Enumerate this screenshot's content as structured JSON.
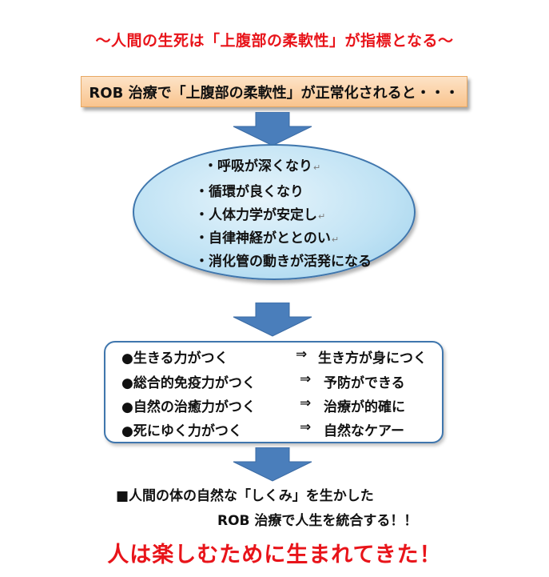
{
  "header": {
    "title": "〜人間の生死は「上腹部の柔軟性」が指標となる〜"
  },
  "top_box": {
    "text": "ROB 治療で「上腹部の柔軟性」が正常化されると・・・"
  },
  "ellipse": {
    "items": [
      "・呼吸が深くなり",
      "・循環が良くなり",
      "・人体力学が安定し",
      "・自律神経がととのい",
      "・消化管の動きが活発になる"
    ],
    "paragraph_mark": "↵"
  },
  "results": {
    "rows": [
      {
        "left": "●生きる力がつく",
        "arrow": "⇒",
        "right": "生き方が身につく"
      },
      {
        "left": "●総合的免疫力がつく",
        "arrow": "⇒",
        "right": "予防ができる"
      },
      {
        "left": "●自然の治癒力がつく",
        "arrow": "⇒",
        "right": "治療が的確に"
      },
      {
        "left": "●死にゆく力がつく",
        "arrow": "⇒",
        "right": "自然なケアー"
      }
    ]
  },
  "footer": {
    "line1": "■人間の体の自然な「しくみ」を生かした",
    "line2": "ROB 治療で人生を統合する！！",
    "slogan": "人は楽しむために生まれてきた！"
  },
  "colors": {
    "accent_red": "#e8141a",
    "arrow_blue": "#4a7ebb",
    "border_blue": "#3f76ad",
    "box_orange": "#f9c48e"
  }
}
